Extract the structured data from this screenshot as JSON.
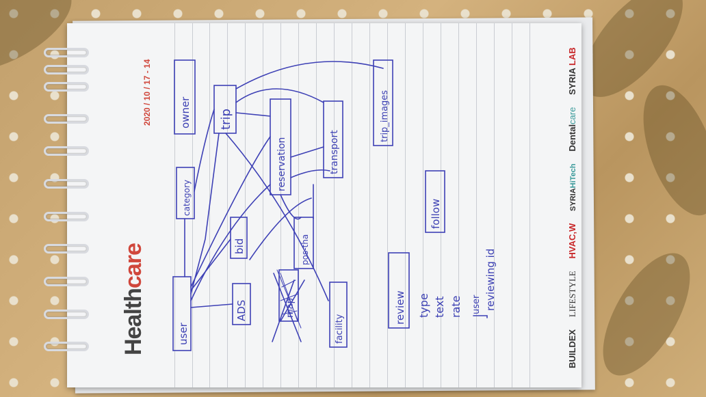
{
  "brochure": {
    "title_prefix": "Health",
    "title_suffix": "care",
    "date": "2020 / 10 / 17 - 14",
    "sponsors": [
      "BUILDEX",
      "LIFESTYLE",
      "HVAC,W",
      "SYRIA",
      "HiTech",
      "Dental",
      "care",
      "SYRIA",
      "LAB"
    ]
  },
  "diagram": {
    "entities": [
      "user",
      "category",
      "owner",
      "trip",
      "reservation",
      "transport",
      "trip_images",
      "bid",
      "ADS",
      "map",
      "pos-tha",
      "facility",
      "review",
      "follow"
    ],
    "review_fields": [
      "type",
      "text",
      "rate",
      "user",
      "reviewing id"
    ]
  },
  "colors": {
    "ink": "#3d40b5",
    "brand_red": "#d0473c"
  }
}
